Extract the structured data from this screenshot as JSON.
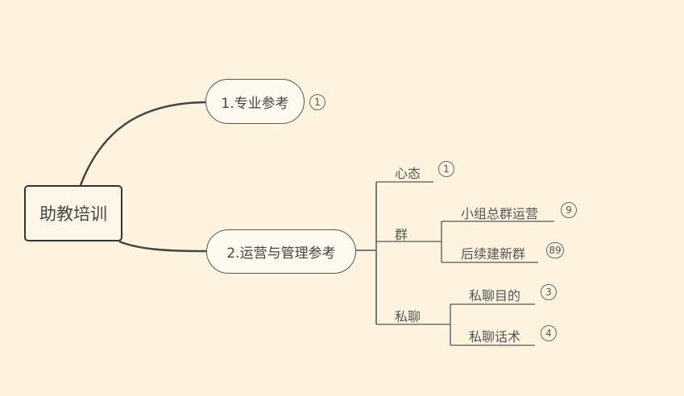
{
  "root": {
    "label": "助教培训"
  },
  "branches": [
    {
      "label": "1.专业参考",
      "count": "1"
    },
    {
      "label": "2.运营与管理参考"
    }
  ],
  "sub": {
    "xintai": {
      "label": "心态",
      "count": "1"
    },
    "qun": {
      "label": "群"
    },
    "siliao": {
      "label": "私聊"
    }
  },
  "leaves": {
    "xiaozu": {
      "label": "小组总群运营",
      "count": "9"
    },
    "houxu": {
      "label": "后续建新群",
      "count": "89"
    },
    "mudi": {
      "label": "私聊目的",
      "count": "3"
    },
    "huashu": {
      "label": "私聊话术",
      "count": "4"
    }
  }
}
